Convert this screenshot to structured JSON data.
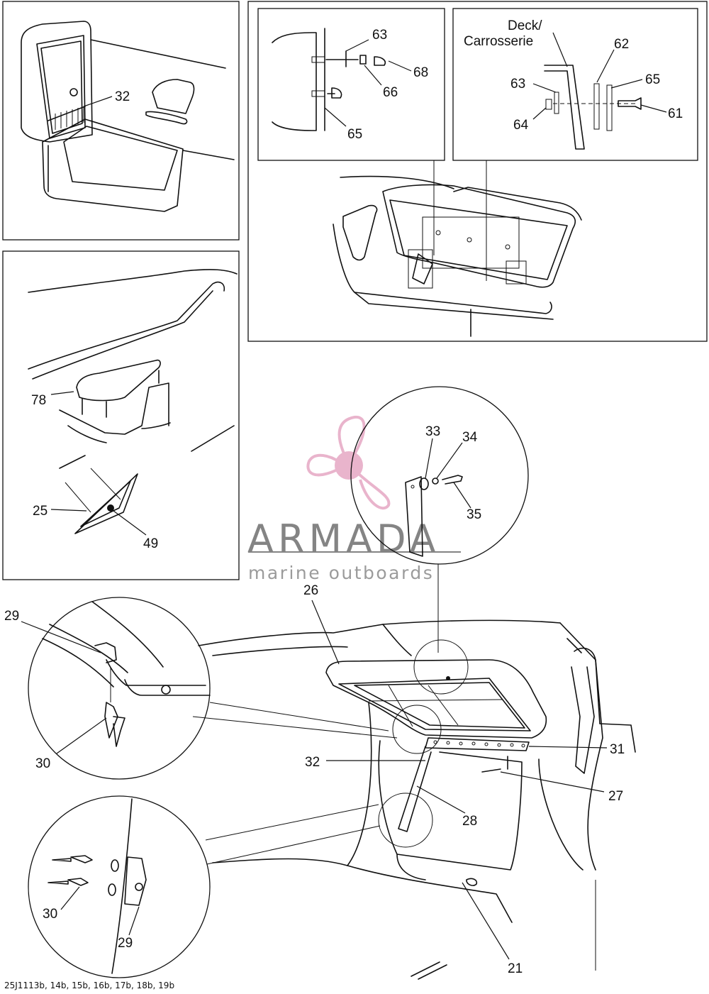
{
  "callouts": {
    "p1_32": "32",
    "p2_63": "63",
    "p2_68": "68",
    "p2_66": "66",
    "p2_65": "65",
    "p3_deck": "Deck/",
    "p3_carrosserie": "Carrosserie",
    "p3_62": "62",
    "p3_63": "63",
    "p3_65": "65",
    "p3_64": "64",
    "p3_61": "61",
    "p4_78": "78",
    "p4_25": "25",
    "p4_49": "49",
    "c_33": "33",
    "c_34": "34",
    "c_35": "35",
    "m_26": "26",
    "m_29": "29",
    "m_30": "30",
    "m_31": "31",
    "m_32": "32",
    "m_27": "27",
    "m_28": "28",
    "m_21": "21",
    "d_30": "30",
    "d_29": "29"
  },
  "watermark": {
    "brand": "ARMADA",
    "tagline": "marine outboards",
    "color_logo": "#e6a8c4",
    "color_text": "#6f6f6f"
  },
  "footer": {
    "reference": "25J1113b, 14b, 15b, 16b, 17b, 18b, 19b"
  }
}
